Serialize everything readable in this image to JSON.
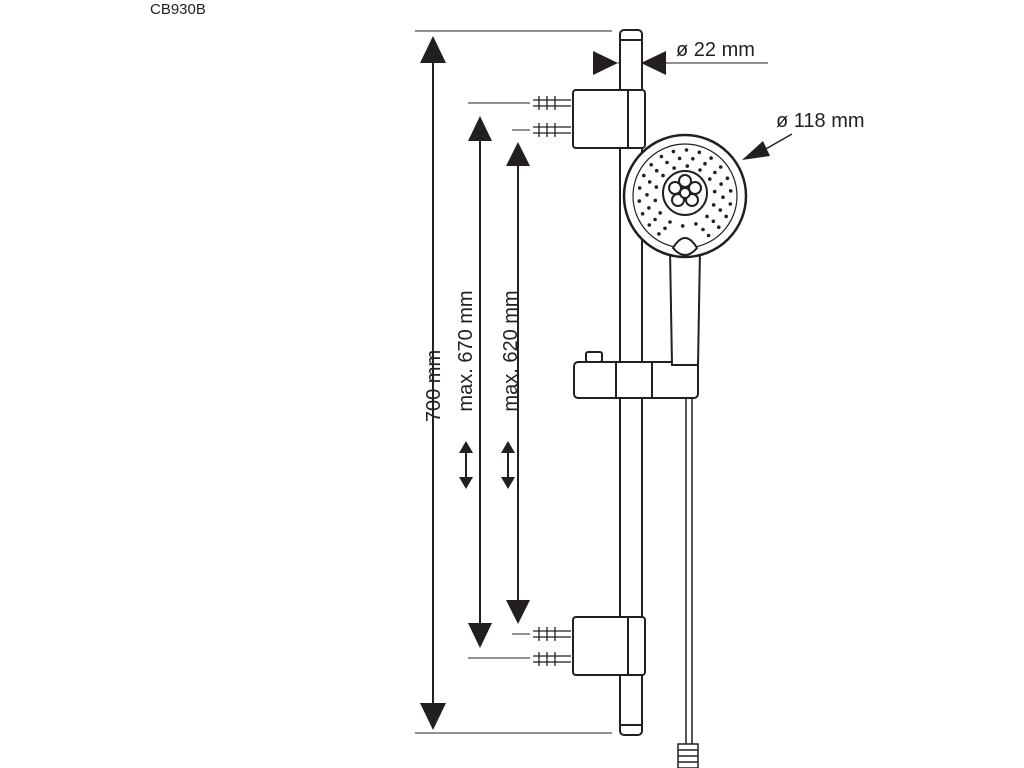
{
  "product": {
    "code": "CB930B"
  },
  "dimensions": {
    "rail_diameter": "ø 22 mm",
    "head_diameter": "ø 118 mm",
    "total_length": "700 mm",
    "max_670": "max. 670 mm",
    "max_620": "max. 620 mm"
  },
  "colors": {
    "line": "#231f20",
    "fill": "#ffffff",
    "arrow": "#231f20"
  }
}
